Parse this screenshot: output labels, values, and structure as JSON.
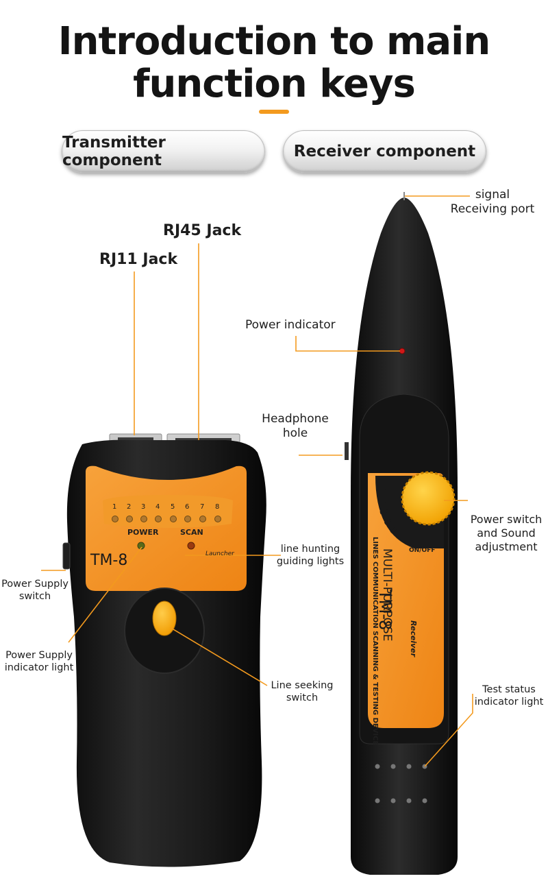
{
  "title_line1": "Introduction to main",
  "title_line2": "function keys",
  "pills": {
    "transmitter": "Transmitter component",
    "receiver": "Receiver component"
  },
  "transmitter": {
    "model": "TM-8",
    "power_text": "POWER",
    "scan_text": "SCAN",
    "launcher_text": "Launcher",
    "led_numbers": [
      "1",
      "2",
      "3",
      "4",
      "5",
      "6",
      "7",
      "8"
    ],
    "labels": {
      "rj45": "RJ45 Jack",
      "rj11": "RJ11 Jack",
      "line_hunting_1": "line hunting",
      "line_hunting_2": "guiding lights",
      "power_supply_switch_1": "Power Supply",
      "power_supply_switch_2": "switch",
      "power_supply_light_1": "Power Supply",
      "power_supply_light_2": "indicator light",
      "line_seeking_1": "Line seeking",
      "line_seeking_2": "switch"
    }
  },
  "receiver": {
    "model": "TM-8",
    "receiver_text": "Receiver",
    "multi_purpose": "MULTI-PURPOSE",
    "lines_text": "LINES COMMUNICATION SCANNING & TESTING DEVICE",
    "onoff_text": "ON/OFF",
    "labels": {
      "signal_1": "signal",
      "signal_2": "Receiving port",
      "power_indicator": "Power indicator",
      "headphone_1": "Headphone",
      "headphone_2": "hole",
      "power_switch_1": "Power switch",
      "power_switch_2": "and Sound",
      "power_switch_3": "adjustment",
      "test_status_1": "Test status",
      "test_status_2": "indicator light"
    }
  },
  "colors": {
    "accent": "#f39a1e",
    "device_body": "#1b1b1b",
    "orange_panel": "#f5921f"
  }
}
